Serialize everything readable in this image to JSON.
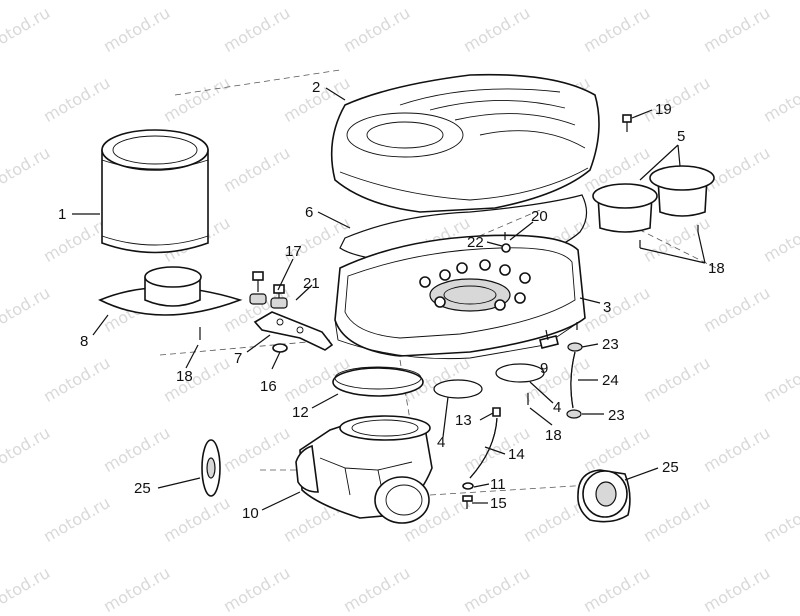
{
  "watermark": "motod.ru",
  "callouts": [
    {
      "id": "c1",
      "text": "1"
    },
    {
      "id": "c2",
      "text": "2"
    },
    {
      "id": "c3",
      "text": "3"
    },
    {
      "id": "c4a",
      "text": "4"
    },
    {
      "id": "c4b",
      "text": "4"
    },
    {
      "id": "c5",
      "text": "5"
    },
    {
      "id": "c6",
      "text": "6"
    },
    {
      "id": "c7",
      "text": "7"
    },
    {
      "id": "c8",
      "text": "8"
    },
    {
      "id": "c9",
      "text": "9"
    },
    {
      "id": "c10",
      "text": "10"
    },
    {
      "id": "c11",
      "text": "11"
    },
    {
      "id": "c12",
      "text": "12"
    },
    {
      "id": "c13",
      "text": "13"
    },
    {
      "id": "c14",
      "text": "14"
    },
    {
      "id": "c15",
      "text": "15"
    },
    {
      "id": "c16",
      "text": "16"
    },
    {
      "id": "c17",
      "text": "17"
    },
    {
      "id": "c18a",
      "text": "18"
    },
    {
      "id": "c18b",
      "text": "18"
    },
    {
      "id": "c18c",
      "text": "18"
    },
    {
      "id": "c19",
      "text": "19"
    },
    {
      "id": "c20",
      "text": "20"
    },
    {
      "id": "c21",
      "text": "21"
    },
    {
      "id": "c22",
      "text": "22"
    },
    {
      "id": "c23a",
      "text": "23"
    },
    {
      "id": "c23b",
      "text": "23"
    },
    {
      "id": "c24",
      "text": "24"
    },
    {
      "id": "c25a",
      "text": "25"
    },
    {
      "id": "c25b",
      "text": "25"
    }
  ]
}
